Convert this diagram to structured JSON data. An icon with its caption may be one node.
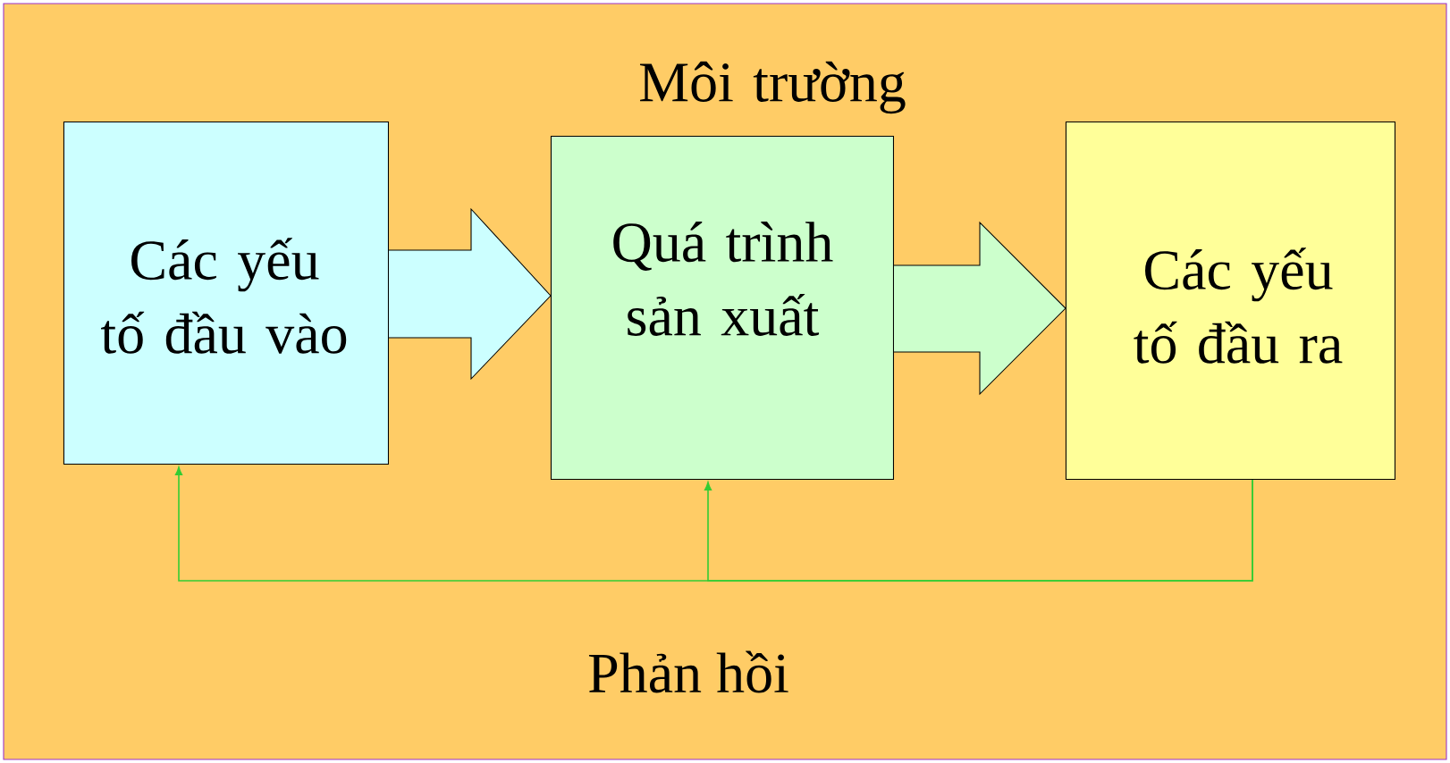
{
  "diagram": {
    "nodes": [
      {
        "text": [
          "Môi trường"
        ]
      },
      {
        "text": [
          "Các yếu tố đầu vào"
        ],
        "in": 0
      },
      {
        "text": [
          "Quá trình sản xuất"
        ],
        "in": 0
      },
      {
        "text": [
          "Các yếu tố đầu ra"
        ],
        "in": 0
      }
    ],
    "edges": [
      {
        "from": 1,
        "to": 2,
        "arrow": "to",
        "style": "thick"
      },
      {
        "from": 2,
        "to": 3,
        "arrow": "to",
        "style": "thick"
      },
      {
        "from": 3,
        "to": 1,
        "arrow": "to",
        "color": "#33cc33"
      },
      {
        "from": 3,
        "to": 2,
        "arrow": "to",
        "color": "#33cc33"
      }
    ],
    "labels": [
      "Phản hồi"
    ]
  }
}
